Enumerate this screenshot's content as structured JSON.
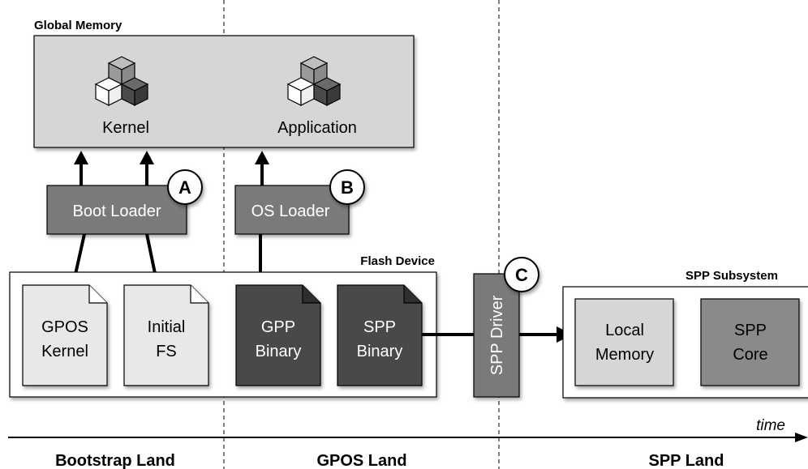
{
  "global_memory": {
    "title": "Global Memory",
    "kernel_label": "Kernel",
    "application_label": "Application",
    "cube_icon": "cubes-icon"
  },
  "loaders": {
    "boot_loader": "Boot Loader",
    "os_loader": "OS Loader"
  },
  "markers": {
    "a": "A",
    "b": "B",
    "c": "C"
  },
  "flash_device": {
    "title": "Flash Device",
    "files": [
      {
        "line1": "GPOS",
        "line2": "Kernel"
      },
      {
        "line1": "Initial",
        "line2": "FS"
      },
      {
        "line1": "GPP",
        "line2": "Binary"
      },
      {
        "line1": "SPP",
        "line2": "Binary"
      }
    ]
  },
  "spp_driver": "SPP Driver",
  "spp_subsystem": {
    "title": "SPP Subsystem",
    "local_memory": {
      "line1": "Local",
      "line2": "Memory"
    },
    "spp_core": {
      "line1": "SPP",
      "line2": "Core"
    }
  },
  "timeline": {
    "label": "time"
  },
  "lands": {
    "bootstrap": "Bootstrap Land",
    "gpos": "GPOS Land",
    "spp": "SPP Land"
  },
  "colors": {
    "light_gray": "#d6d6d6",
    "pale_gray": "#e8e8e8",
    "mid_gray": "#7a7a7a",
    "dark_gray": "#4a4a4a",
    "black": "#000000"
  }
}
